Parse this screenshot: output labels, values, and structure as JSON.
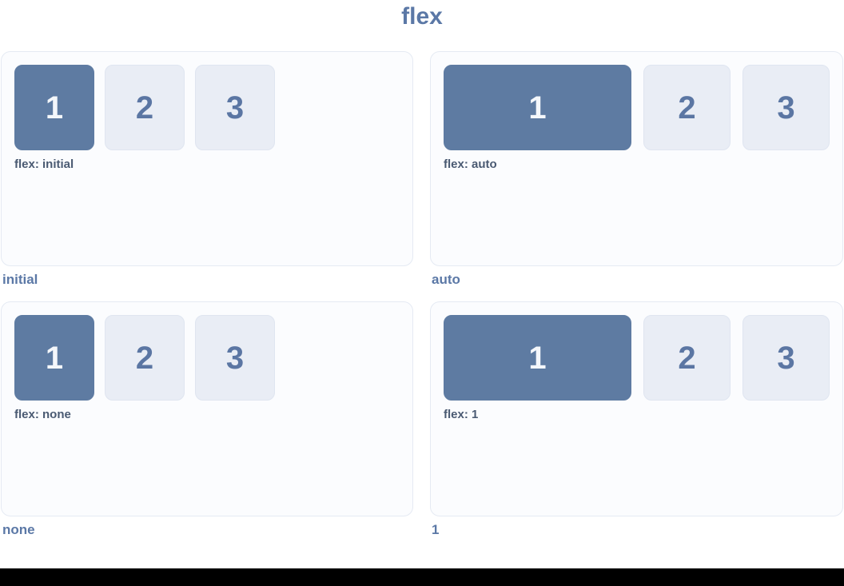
{
  "page": {
    "title": "flex"
  },
  "panels": [
    {
      "caption": "initial",
      "label": "flex: initial",
      "items": [
        "1",
        "2",
        "3"
      ]
    },
    {
      "caption": "auto",
      "label": "flex: auto",
      "items": [
        "1",
        "2",
        "3"
      ]
    },
    {
      "caption": "none",
      "label": "flex: none",
      "items": [
        "1",
        "2",
        "3"
      ]
    },
    {
      "caption": "1",
      "label": "flex: 1",
      "items": [
        "1",
        "2",
        "3"
      ]
    }
  ],
  "colors": {
    "accent_item": "#5E7BA2",
    "accent_item_text": "#F4F7FB",
    "muted_item_bg": "#E9EDF5",
    "muted_item_border": "#DFE5F0",
    "muted_item_text": "#5B76A3",
    "panel_bg": "#FBFCFE",
    "panel_border": "#E5EAF3",
    "heading_text": "#5B78A6",
    "label_text": "#4A5A72",
    "bottom_bar": "#000000"
  }
}
